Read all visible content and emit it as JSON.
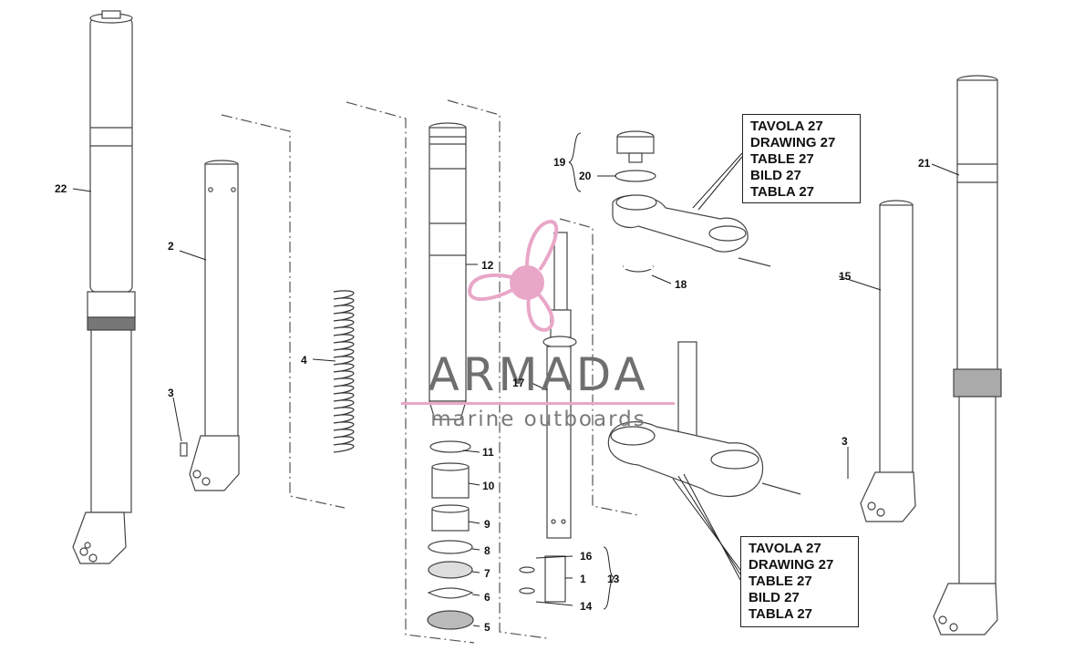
{
  "callouts": {
    "top": [
      "TAVOLA 27",
      "DRAWING 27",
      "TABLE 27",
      "BILD 27",
      "TABLA 27"
    ],
    "bottom": [
      "TAVOLA 27",
      "DRAWING 27",
      "TABLE 27",
      "BILD 27",
      "TABLA 27"
    ]
  },
  "part_numbers": {
    "p1": "1",
    "p2": "2",
    "p3a": "3",
    "p3b": "3",
    "p4": "4",
    "p5": "5",
    "p6": "6",
    "p7": "7",
    "p8": "8",
    "p9": "9",
    "p10": "10",
    "p11": "11",
    "p12": "12",
    "p13": "13",
    "p14": "14",
    "p15": "15",
    "p16": "16",
    "p17": "17",
    "p18": "18",
    "p19": "19",
    "p20": "20",
    "p21": "21",
    "p22": "22"
  },
  "watermark": {
    "name": "ARMADA",
    "tagline": "marine outboards",
    "accent_color": "#e9a7c8"
  }
}
